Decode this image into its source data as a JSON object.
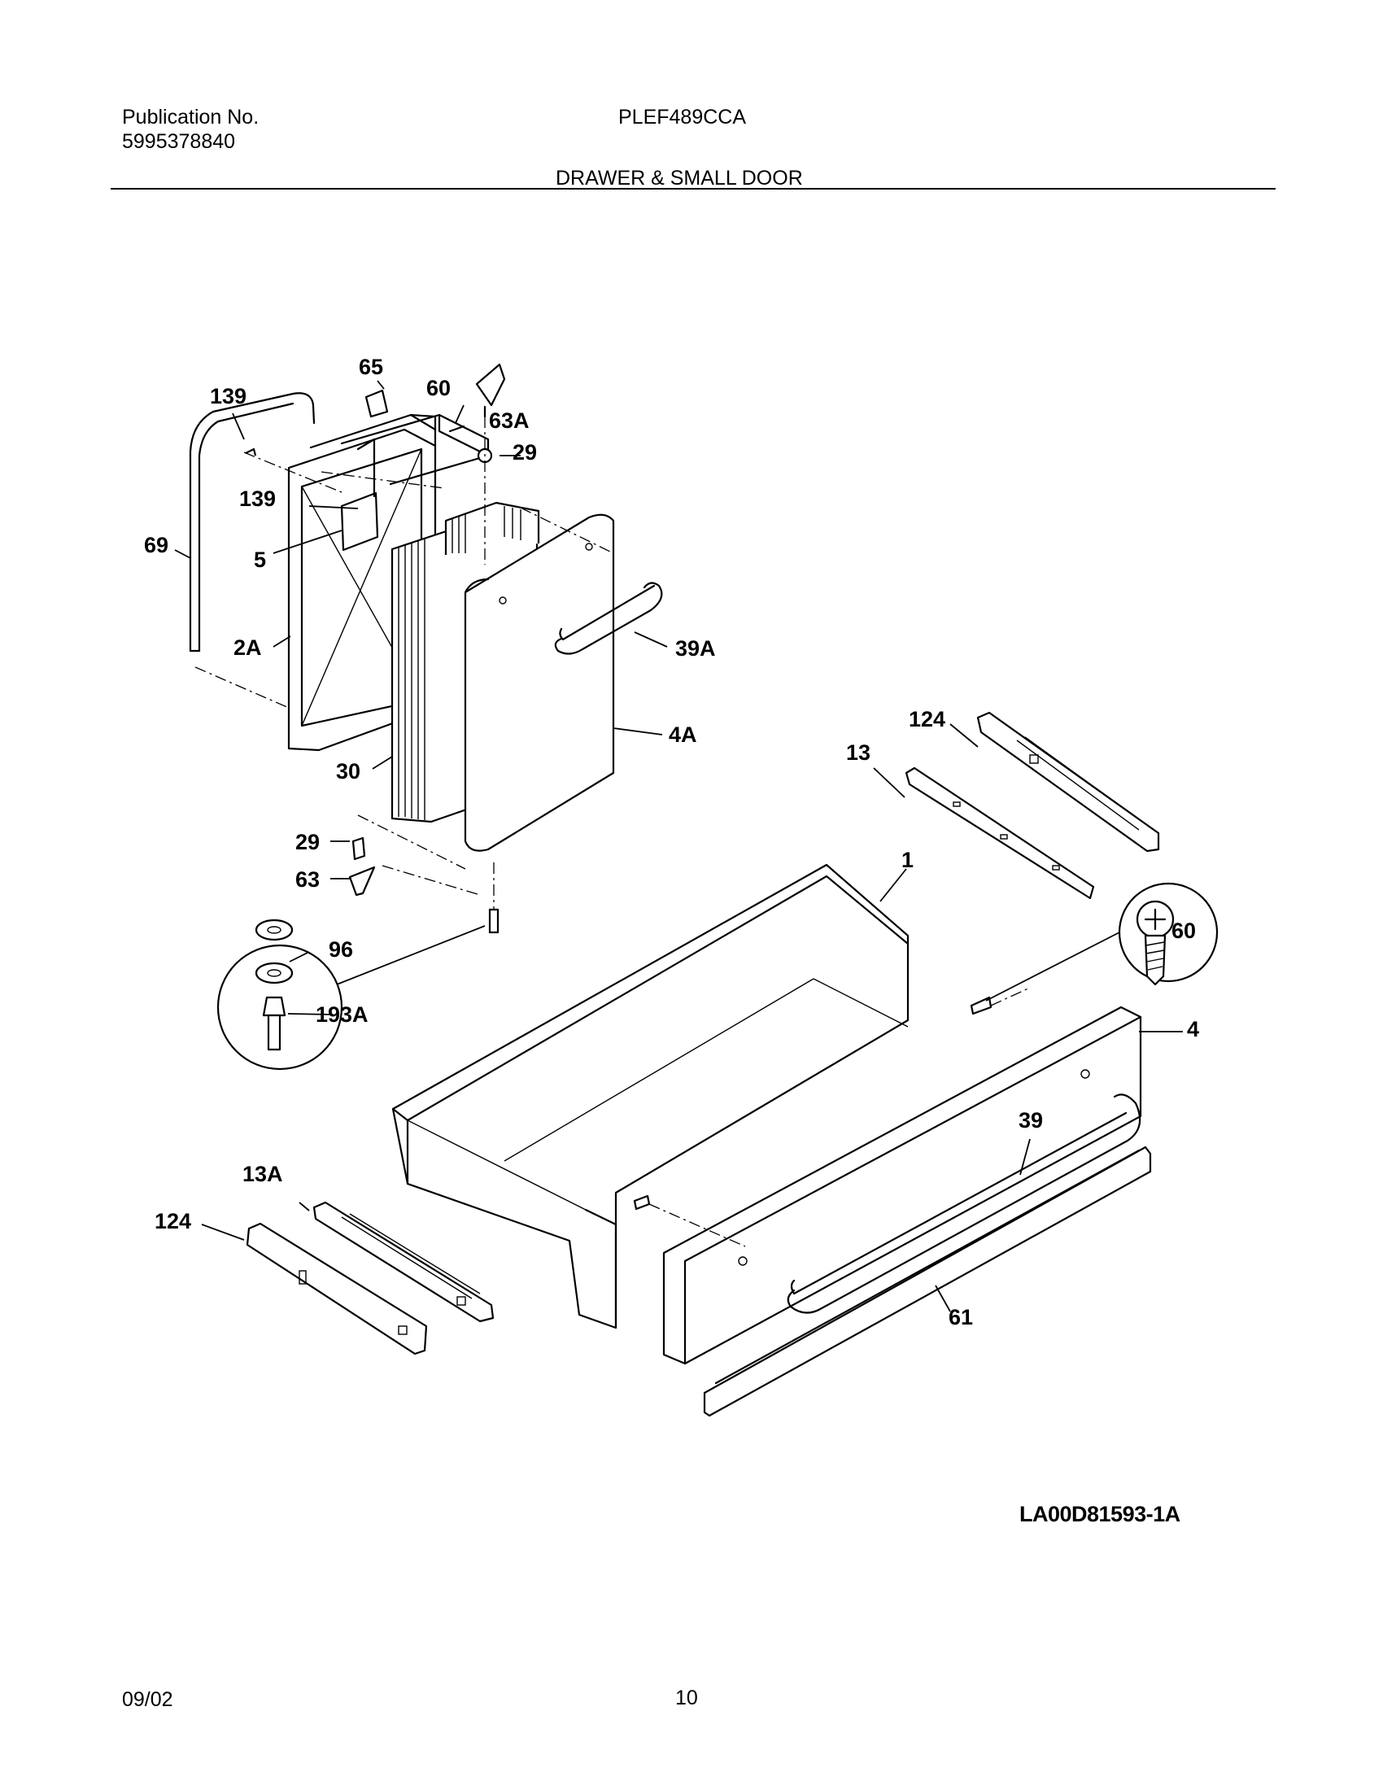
{
  "header": {
    "publication_label": "Publication No.",
    "publication_number": "5995378840",
    "model": "PLEF489CCA",
    "section_title": "DRAWER & SMALL DOOR"
  },
  "diagram": {
    "callouts": {
      "c65": "65",
      "c139a": "139",
      "c60a": "60",
      "c63A": "63A",
      "c29a": "29",
      "c139b": "139",
      "c69": "69",
      "c5": "5",
      "c2A": "2A",
      "c39A": "39A",
      "c4A": "4A",
      "c30": "30",
      "c29b": "29",
      "c63": "63",
      "c96": "96",
      "c193A": "193A",
      "c124a": "124",
      "c13": "13",
      "c1": "1",
      "c60b": "60",
      "c4": "4",
      "c39": "39",
      "c13A": "13A",
      "c124b": "124",
      "c61": "61"
    },
    "code": "LA00D81593-1A"
  },
  "footer": {
    "date": "09/02",
    "page": "10"
  }
}
